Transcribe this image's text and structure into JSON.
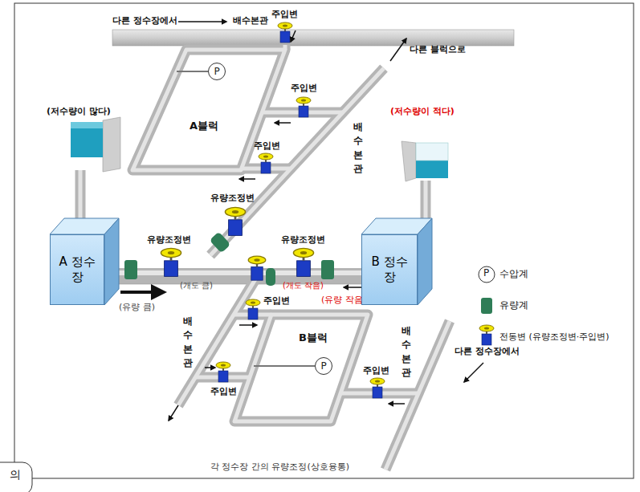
{
  "diagram": {
    "caption": "각 정수장 간의 유량조정(상호융통)",
    "nodes": [
      {
        "text": [
          "P"
        ]
      },
      {
        "text": [
          "A 정수장"
        ]
      },
      {
        "text": [
          "B 정수장"
        ]
      },
      {
        "text": [
          "P"
        ]
      }
    ],
    "edges": [
      {
        "from": 1,
        "to": 2,
        "arrow": "none"
      }
    ],
    "labels": [
      "다른 정수장에서",
      "배수본관",
      "주입변",
      "다른 블럭으로",
      "(저수량이 많다)",
      "주입변",
      "A블럭",
      "주입변",
      "(저수량이 적다)",
      "배수본관",
      "유량조정변",
      "유량조정변",
      "유량조정변",
      "(개도 큼)",
      "(유량 큼)",
      "(개도 작음)",
      "(유량 작음)",
      "P",
      "주입변",
      "배수본관",
      "B블럭",
      "주입변",
      "주입변",
      "배수본관",
      "다른 정수장에서",
      "의"
    ],
    "legend": [
      {
        "text": "수압계"
      },
      {
        "text": "유량계",
        "color": "#2f7d57"
      },
      {
        "text": "전동변 (유량조정변·주입변)"
      }
    ]
  }
}
